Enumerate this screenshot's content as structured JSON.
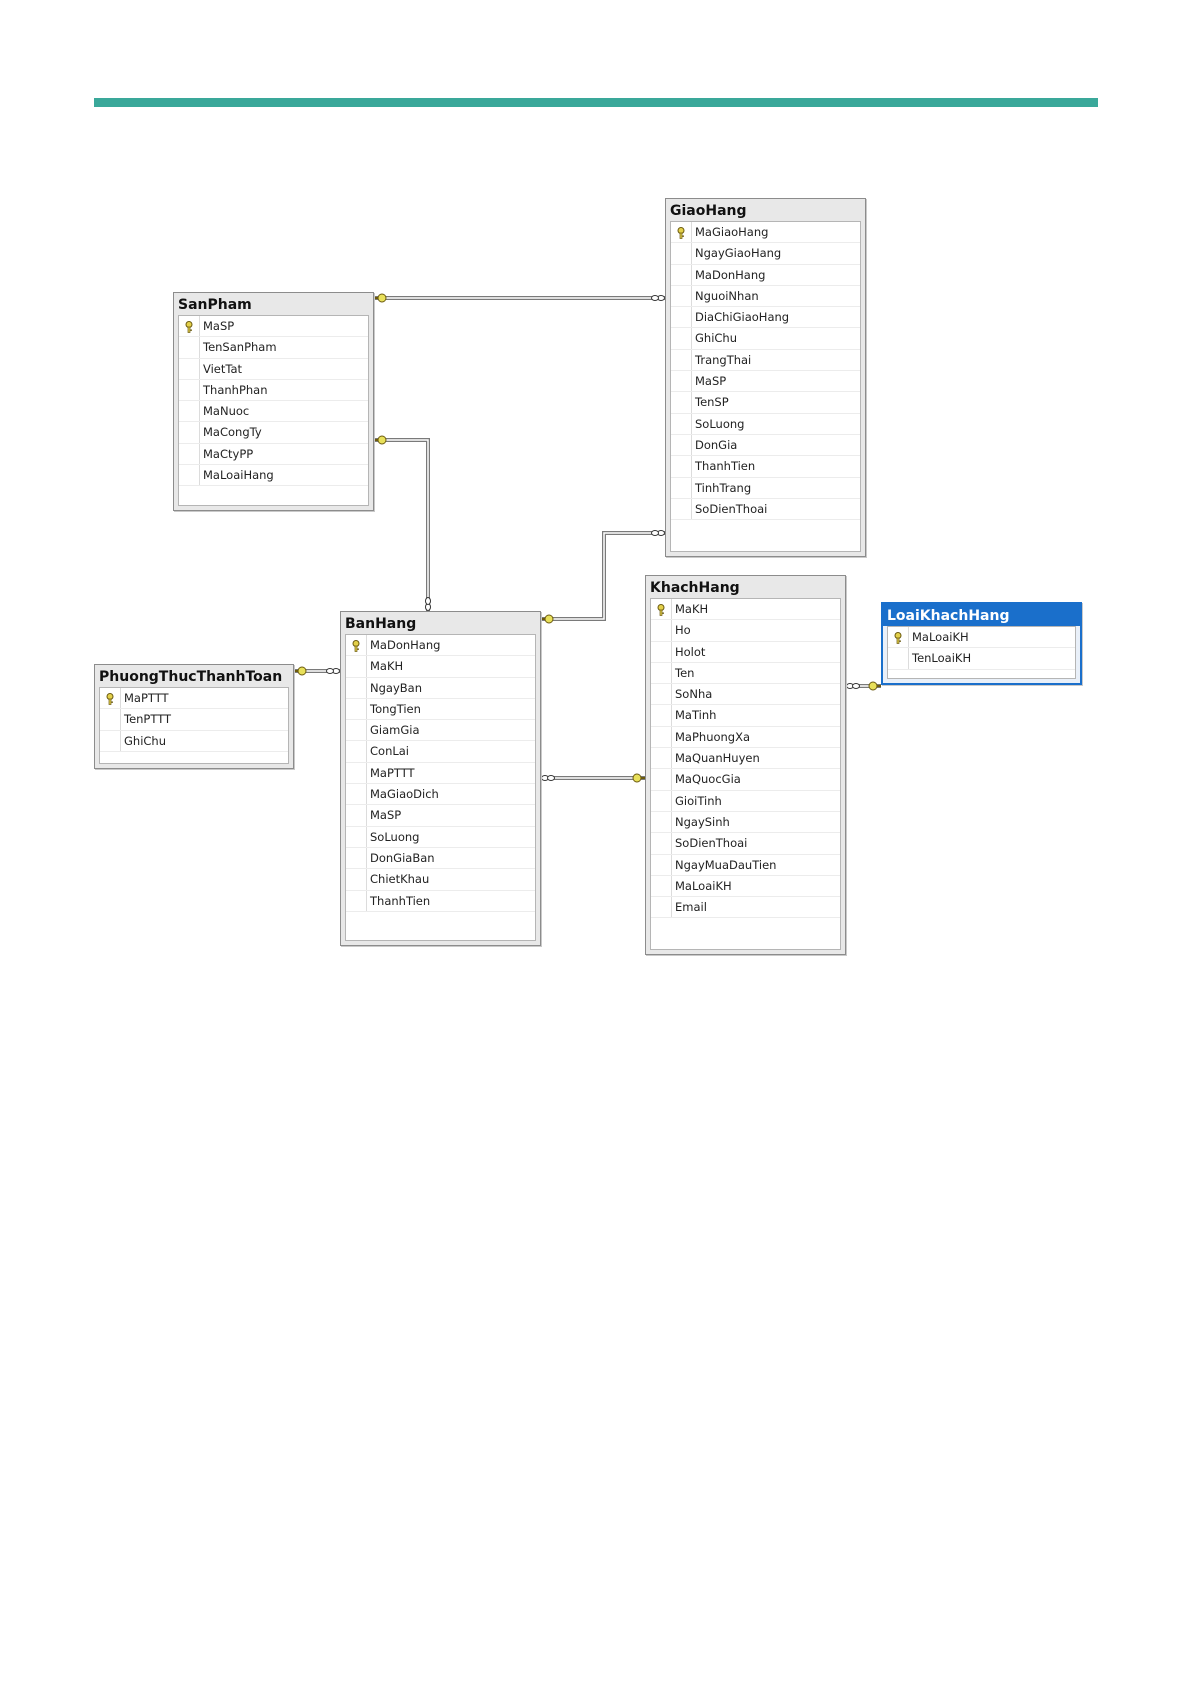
{
  "theme": {
    "top_bar_color": "#3aa89a",
    "selected_header_color": "#1a6fcb",
    "connector_color": "#7a7a7a",
    "endpoint_color": "#e8e05a"
  },
  "tables": [
    {
      "name": "SanPham",
      "fields": [
        "MaSP",
        "TenSanPham",
        "VietTat",
        "ThanhPhan",
        "MaNuoc",
        "MaCongTy",
        "MaCtyPP",
        "MaLoaiHang"
      ],
      "primary_key": "MaSP",
      "selected": false
    },
    {
      "name": "GiaoHang",
      "fields": [
        "MaGiaoHang",
        "NgayGiaoHang",
        "MaDonHang",
        "NguoiNhan",
        "DiaChiGiaoHang",
        "GhiChu",
        "TrangThai",
        "MaSP",
        "TenSP",
        "SoLuong",
        "DonGia",
        "ThanhTien",
        "TinhTrang",
        "SoDienThoai"
      ],
      "primary_key": "MaGiaoHang",
      "selected": false
    },
    {
      "name": "BanHang",
      "fields": [
        "MaDonHang",
        "MaKH",
        "NgayBan",
        "TongTien",
        "GiamGia",
        "ConLai",
        "MaPTTT",
        "MaGiaoDich",
        "MaSP",
        "SoLuong",
        "DonGiaBan",
        "ChietKhau",
        "ThanhTien"
      ],
      "primary_key": "MaDonHang",
      "selected": false
    },
    {
      "name": "PhuongThucThanhToan",
      "fields": [
        "MaPTTT",
        "TenPTTT",
        "GhiChu"
      ],
      "primary_key": "MaPTTT",
      "selected": false
    },
    {
      "name": "KhachHang",
      "fields": [
        "MaKH",
        "Ho",
        "Holot",
        "Ten",
        "SoNha",
        "MaTinh",
        "MaPhuongXa",
        "MaQuanHuyen",
        "MaQuocGia",
        "GioiTinh",
        "NgaySinh",
        "SoDienThoai",
        "NgayMuaDauTien",
        "MaLoaiKH",
        "Email"
      ],
      "primary_key": "MaKH",
      "selected": false
    },
    {
      "name": "LoaiKhachHang",
      "fields": [
        "MaLoaiKH",
        "TenLoaiKH"
      ],
      "primary_key": "MaLoaiKH",
      "selected": true
    }
  ],
  "relationships": [
    {
      "one": "SanPham",
      "many": "GiaoHang"
    },
    {
      "one": "SanPham",
      "many": "BanHang"
    },
    {
      "one": "BanHang",
      "many": "GiaoHang"
    },
    {
      "one": "PhuongThucThanhToan",
      "many": "BanHang"
    },
    {
      "one": "KhachHang",
      "many": "BanHang"
    },
    {
      "one": "LoaiKhachHang",
      "many": "KhachHang"
    }
  ]
}
